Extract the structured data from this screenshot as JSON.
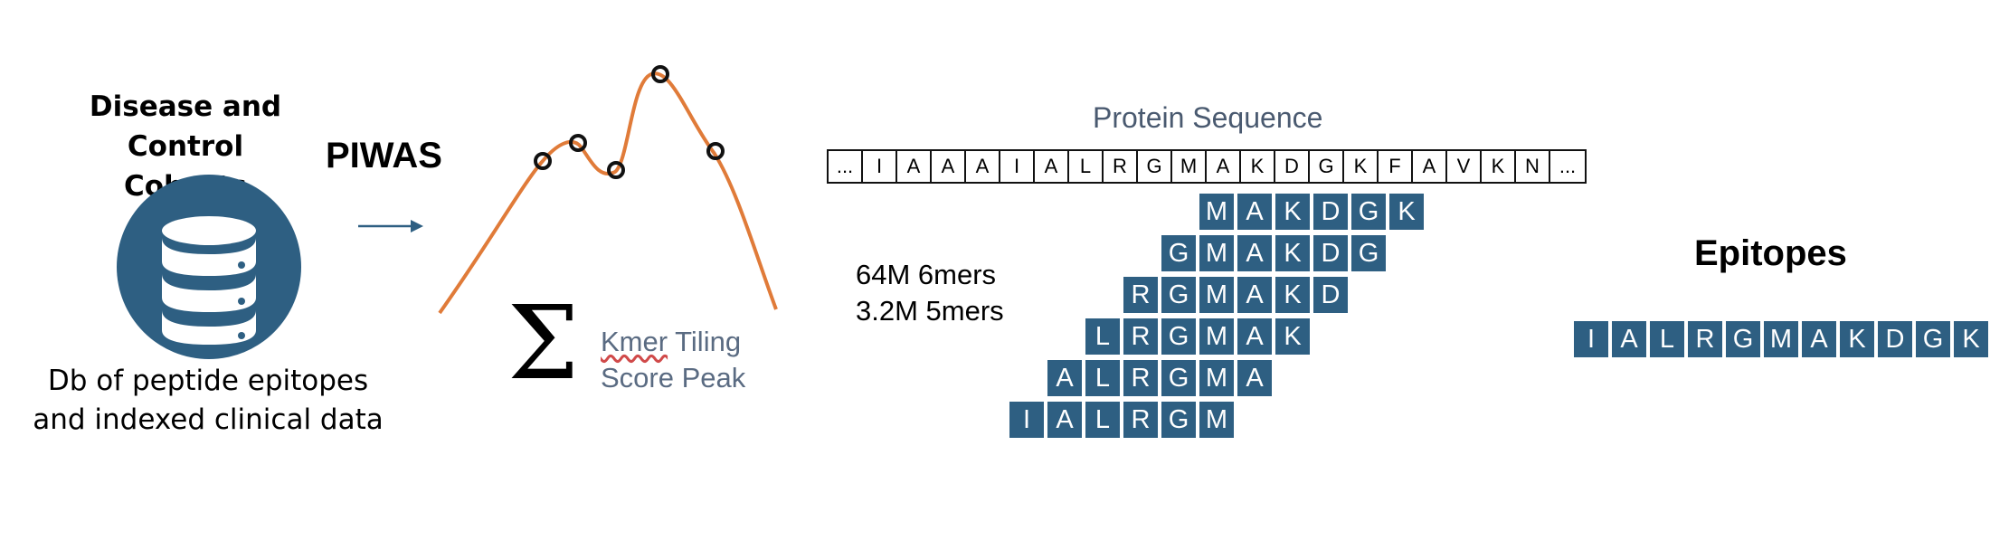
{
  "cohorts": {
    "title_line1": "Disease and Control",
    "title_line2": "Cohorts",
    "caption_line1": "Db of peptide epitopes",
    "caption_line2": "and indexed clinical data"
  },
  "piwas_label": "PIWAS",
  "scoring": {
    "sigma": "Σ",
    "kmer_word": "Kmer",
    "line1_rest": " Tiling",
    "line2": "Score Peak"
  },
  "protein": {
    "title": "Protein Sequence",
    "sequence": [
      "...",
      "I",
      "A",
      "A",
      "A",
      "I",
      "A",
      "L",
      "R",
      "G",
      "M",
      "A",
      "K",
      "D",
      "G",
      "K",
      "F",
      "A",
      "V",
      "K",
      "N",
      "..."
    ]
  },
  "kmer_counts": {
    "line1": "64M 6mers",
    "line2": "3.2M 5mers"
  },
  "tiles": [
    [
      "M",
      "A",
      "K",
      "D",
      "G",
      "K"
    ],
    [
      "G",
      "M",
      "A",
      "K",
      "D",
      "G"
    ],
    [
      "R",
      "G",
      "M",
      "A",
      "K",
      "D"
    ],
    [
      "L",
      "R",
      "G",
      "M",
      "A",
      "K"
    ],
    [
      "A",
      "L",
      "R",
      "G",
      "M",
      "A"
    ],
    [
      "I",
      "A",
      "L",
      "R",
      "G",
      "M"
    ]
  ],
  "epitopes": {
    "title": "Epitopes",
    "sequence": [
      "I",
      "A",
      "L",
      "R",
      "G",
      "M",
      "A",
      "K",
      "D",
      "G",
      "K"
    ]
  },
  "colors": {
    "tile_blue": "#2e5f82",
    "curve_orange": "#e07b39"
  }
}
